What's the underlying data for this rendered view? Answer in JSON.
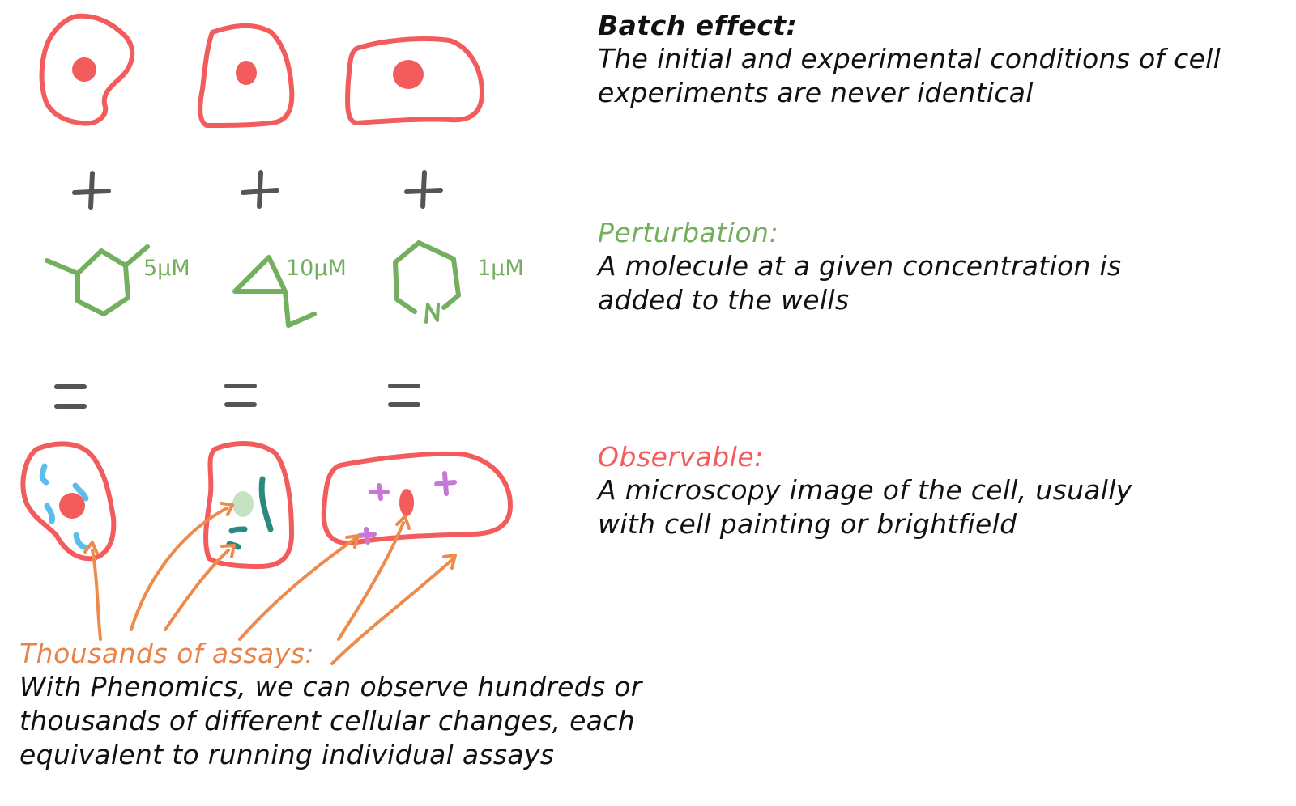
{
  "colors": {
    "cell": "#F25C5C",
    "operator": "#555555",
    "molecule": "#73AF5E",
    "arrow": "#EE8A4C",
    "assays_heading": "#E8834A",
    "observable_heading": "#F25C5C",
    "perturbation_heading": "#73AF5E",
    "batch_heading": "#111111",
    "stain_blue": "#5BBDEB",
    "stain_teal": "#2A8A80",
    "stain_green_blob": "#C7E2C2",
    "stain_purple": "#C777D6"
  },
  "concentrations": [
    "5µM",
    "10µM",
    "1µM"
  ],
  "molecule_atom_label": "N",
  "batch": {
    "heading": "Batch effect:",
    "lines": [
      "The initial and experimental conditions of cell",
      "experiments are never identical"
    ]
  },
  "perturbation": {
    "heading": "Perturbation:",
    "lines": [
      "A molecule at a given concentration is",
      "added to the wells"
    ]
  },
  "observable": {
    "heading": "Observable:",
    "lines": [
      "A microscopy image of the cell, usually",
      "with cell painting or brightfield"
    ]
  },
  "assays": {
    "heading": "Thousands of assays:",
    "lines": [
      "With Phenomics, we can observe hundreds or",
      "thousands of different cellular changes, each",
      "equivalent to running individual assays"
    ]
  }
}
